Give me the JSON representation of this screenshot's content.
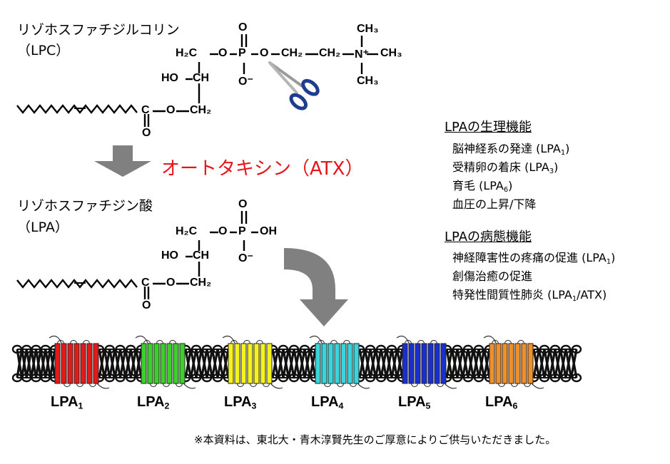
{
  "lpc": {
    "name": "リゾホスファチジルコリン",
    "abbr": "（LPC）"
  },
  "enzyme": {
    "label": "オートタキシン（ATX）",
    "color": "#e8141c"
  },
  "lpa": {
    "name": "リゾホスファチジン酸",
    "abbr": "（LPA）"
  },
  "chem": {
    "o": "O",
    "p": "P",
    "c": "C",
    "ch": "CH",
    "ho": "HO",
    "h2c": "H₂C",
    "ch2": "CH₂",
    "ch3": "CH₃",
    "oh": "OH",
    "o_minus": "O⁻",
    "n_plus": "N⁺"
  },
  "physiology": {
    "title": "LPAの生理機能",
    "items": [
      {
        "text": "脳神経系の発達 (LPA",
        "sub": "1",
        "tail": ")"
      },
      {
        "text": "受精卵の着床 (LPA",
        "sub": "3",
        "tail": ")"
      },
      {
        "text": "育毛 (LPA",
        "sub": "6",
        "tail": ")"
      },
      {
        "text": "血圧の上昇/下降",
        "sub": "",
        "tail": ""
      }
    ]
  },
  "pathology": {
    "title": "LPAの病態機能",
    "items": [
      {
        "text": "神経障害性の疼痛の促進 (LPA",
        "sub": "1",
        "tail": ")"
      },
      {
        "text": "創傷治癒の促進",
        "sub": "",
        "tail": ""
      },
      {
        "text": "特発性間質性肺炎 (LPA",
        "sub": "1",
        "tail": "/ATX)"
      }
    ]
  },
  "receptors": [
    {
      "label": "LPA",
      "sub": "1",
      "color": "#e21a1a"
    },
    {
      "label": "LPA",
      "sub": "2",
      "color": "#3cd12a"
    },
    {
      "label": "LPA",
      "sub": "3",
      "color": "#f6f21e"
    },
    {
      "label": "LPA",
      "sub": "4",
      "color": "#38d5dd"
    },
    {
      "label": "LPA",
      "sub": "5",
      "color": "#1b2fcf"
    },
    {
      "label": "LPA",
      "sub": "6",
      "color": "#f0902a"
    }
  ],
  "arrow_color": "#808080",
  "scissors_color": "#1f3d8f",
  "note": "※本資料は、東北大・青木淳賢先生のご厚意によりご供与いただきました。"
}
